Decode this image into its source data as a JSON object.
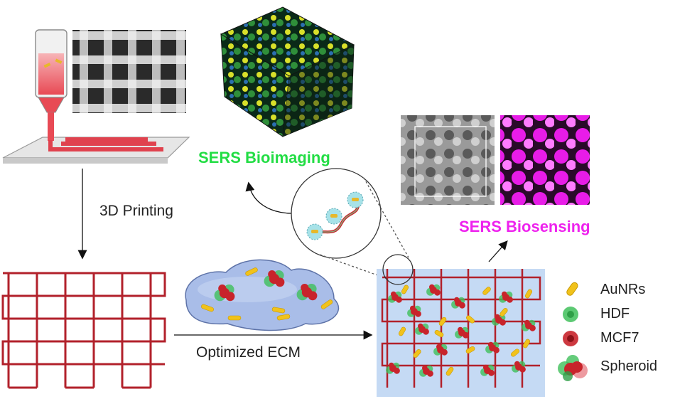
{
  "labels": {
    "printing": "3D Printing",
    "ecm": "Optimized ECM",
    "bioimaging": "SERS Bioimaging",
    "biosensing": "SERS Biosensing"
  },
  "colors": {
    "bioimaging": "#22dd44",
    "biosensing": "#ee22ee",
    "scaffold": "#b2212b",
    "aunr": "#f1c21b",
    "hdf": "#3fbf5a",
    "mcf7": "#c8242b",
    "gel": "#a9bde8"
  },
  "legend": [
    {
      "icon": "aunr-icon",
      "label": "AuNRs"
    },
    {
      "icon": "hdf-cell-icon",
      "label": "HDF"
    },
    {
      "icon": "mcf7-cell-icon",
      "label": "MCF7"
    },
    {
      "icon": "spheroid-icon",
      "label": "Spheroid"
    }
  ]
}
